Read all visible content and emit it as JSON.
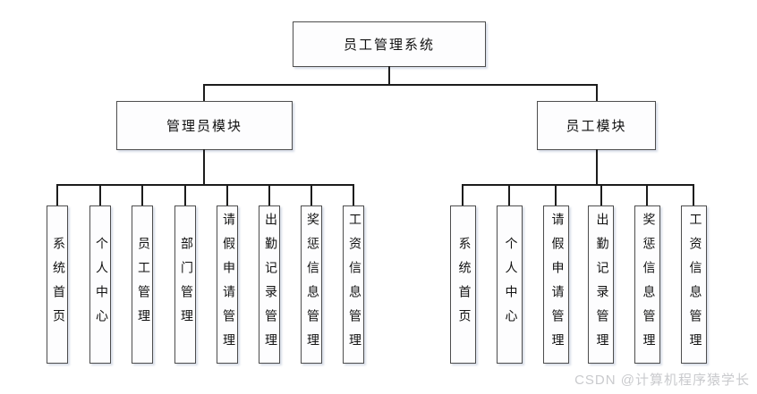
{
  "diagram": {
    "root": {
      "label": "员工管理系统"
    },
    "modules": [
      {
        "label": "管理员模块",
        "children": [
          "系统首页",
          "个人中心",
          "员工管理",
          "部门管理",
          "请假申请管理",
          "出勤记录管理",
          "奖惩信息管理",
          "工资信息管理"
        ]
      },
      {
        "label": "员工模块",
        "children": [
          "系统首页",
          "个人中心",
          "请假申请管理",
          "出勤记录管理",
          "奖惩信息管理",
          "工资信息管理"
        ]
      }
    ]
  },
  "watermark": {
    "text": "CSDN @计算机程序猿学长"
  },
  "colors": {
    "line": "#1c1c1c",
    "node_border": "#4d4d4d",
    "watermark": "#c9cacd"
  }
}
